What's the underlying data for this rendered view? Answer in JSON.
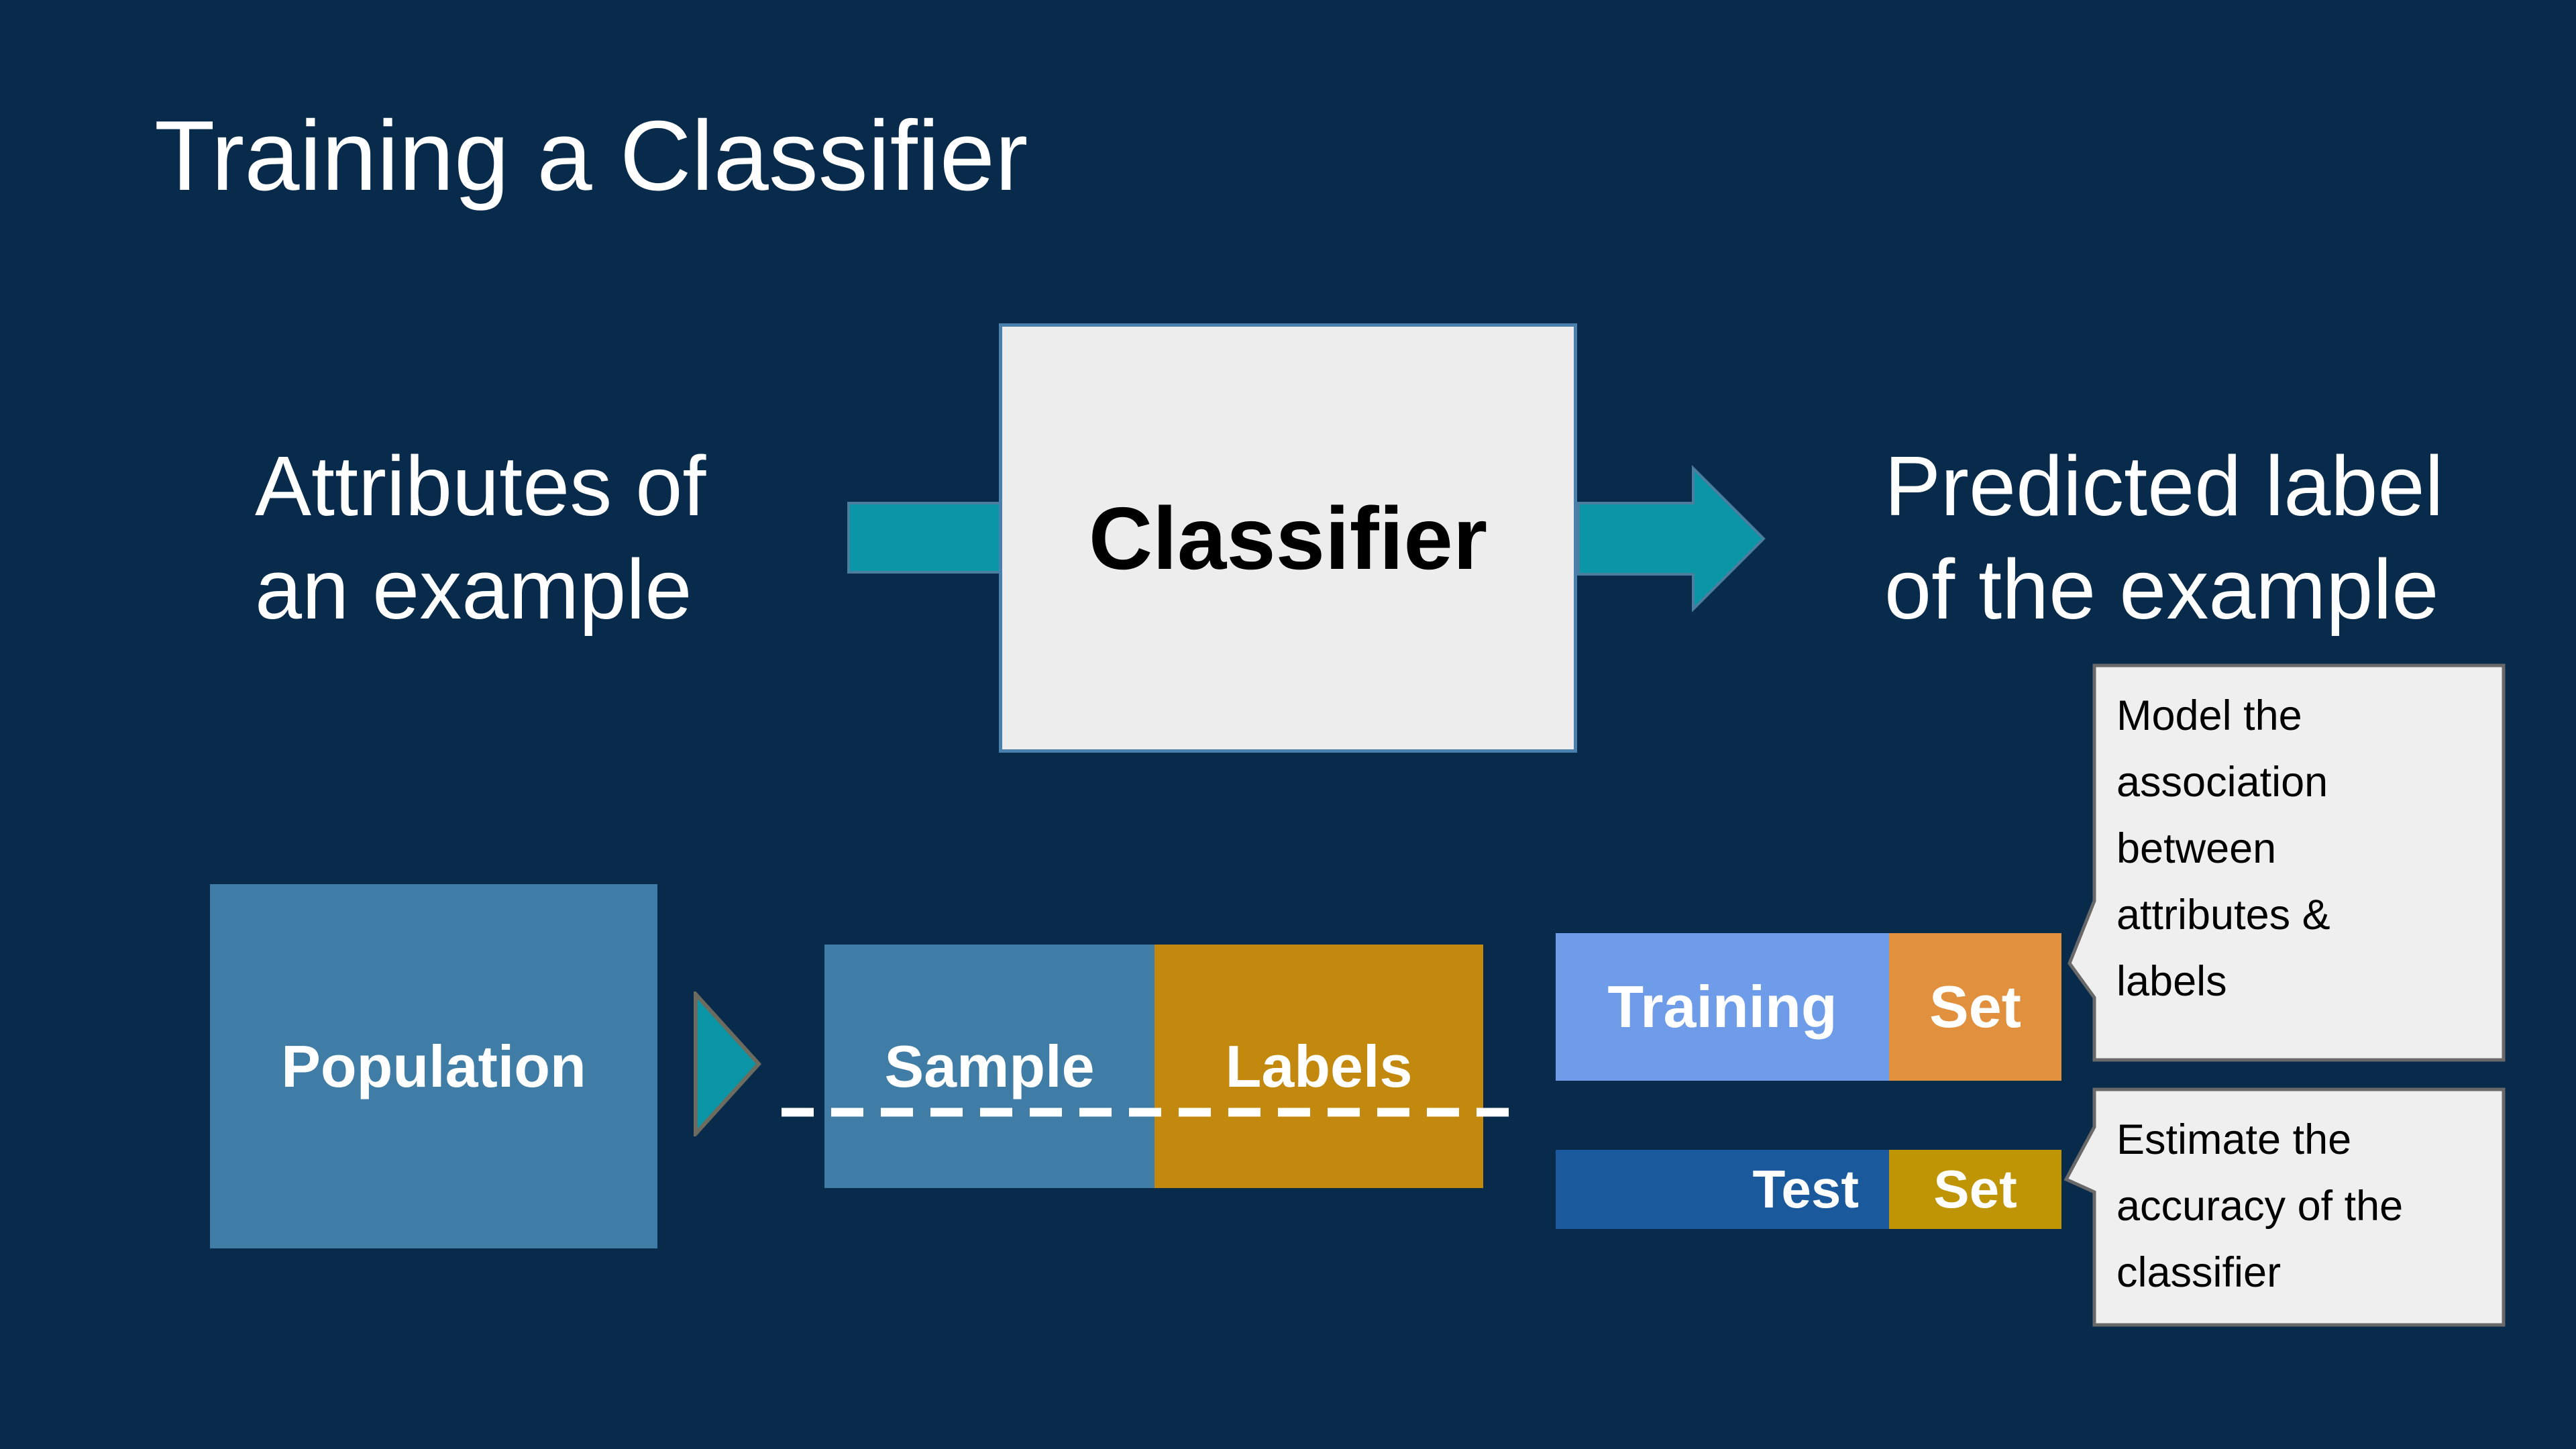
{
  "slide": {
    "title": "Training a Classifier",
    "flow": {
      "input_label": "Attributes of\nan example",
      "classifier_label": "Classifier",
      "output_label": "Predicted label\nof the example"
    },
    "pipeline": {
      "population_label": "Population",
      "sample_label": "Sample",
      "labels_label": "Labels",
      "training_label": "Training",
      "training_set_label": "Set",
      "test_label": "Test",
      "test_set_label": "Set"
    },
    "callouts": [
      {
        "text": "Model the association between attributes & labels"
      },
      {
        "text": "Estimate the accuracy of the classifier"
      }
    ],
    "colors": {
      "background": "#082a4b",
      "teal_arrow": "#0a96a6",
      "arrow_border": "#4b7d9e",
      "steel_blue_box": "#3f7ca6",
      "labels_ochre": "#c3890e",
      "training_blue": "#6f9ce8",
      "training_set_orange": "#e1903d",
      "test_blue": "#1a5a9c",
      "test_set_gold": "#bf9405",
      "classifier_fill": "#ededed",
      "classifier_border": "#4a80ad",
      "callout_fill": "#efefef",
      "callout_border": "#696969",
      "text_light": "#ffffff",
      "text_dark": "#000000"
    }
  }
}
